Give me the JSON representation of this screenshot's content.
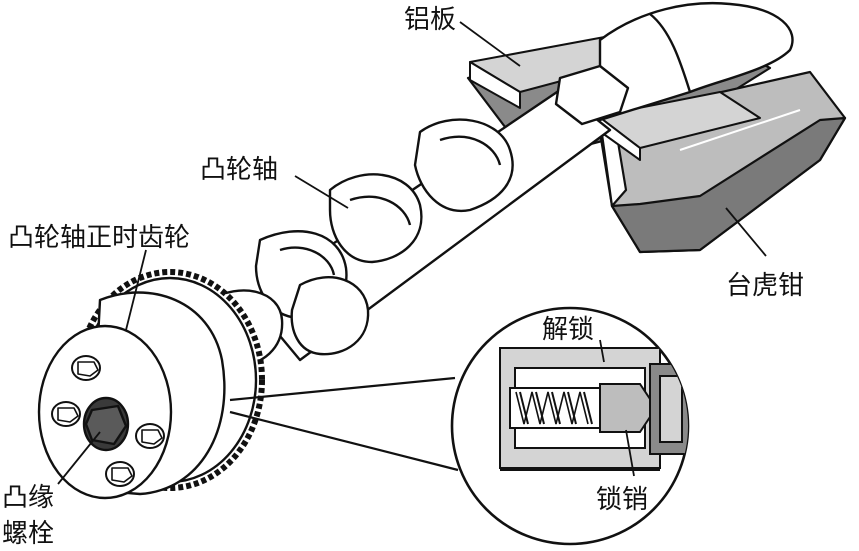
{
  "labels": {
    "aluminum_plate": "铝板",
    "camshaft": "凸轮轴",
    "cam_timing_gear": "凸轮轴正时齿轮",
    "vise": "台虎钳",
    "unlock": "解锁",
    "lock_pin": "锁销",
    "flange_bolt_line1": "凸缘",
    "flange_bolt_line2": "螺栓"
  },
  "colors": {
    "line": "#111111",
    "shade": "#8a8a8a",
    "light": "#d4d4d4",
    "paper": "#ffffff"
  }
}
